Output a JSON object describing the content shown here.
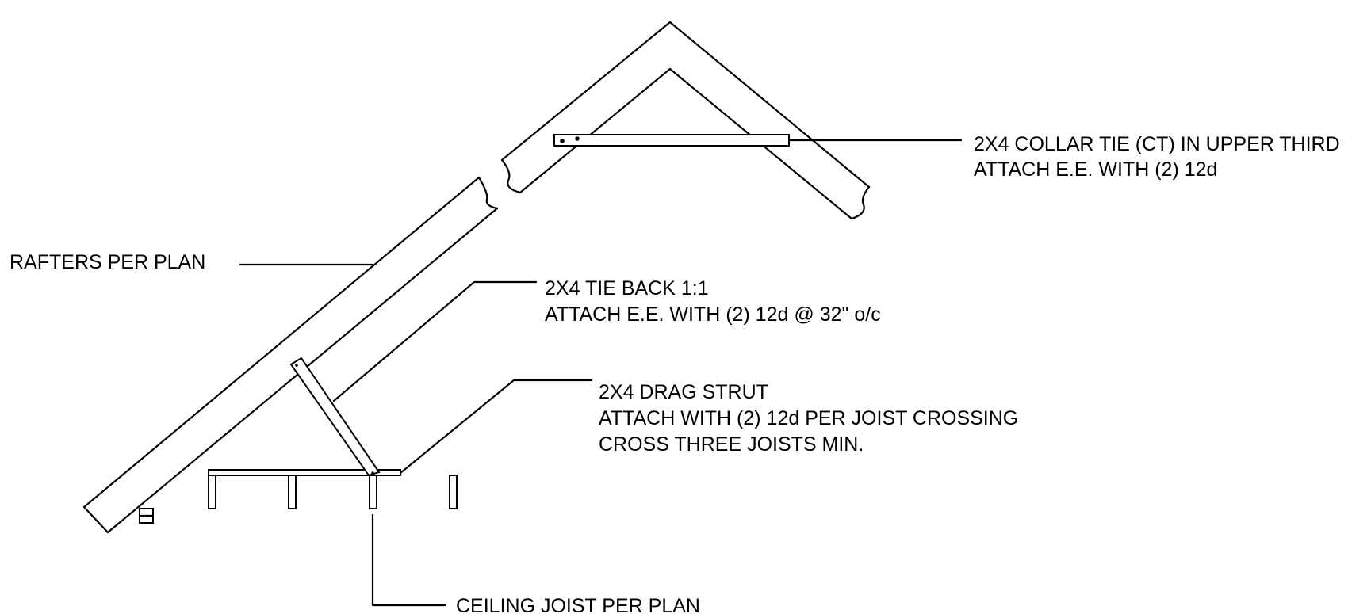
{
  "labels": {
    "rafters": "RAFTERS PER PLAN",
    "tie_back_line1": "2X4 TIE BACK 1:1",
    "tie_back_line2": "ATTACH E.E. WITH (2) 12d @ 32\" o/c",
    "collar_tie_line1": "2X4 COLLAR TIE (CT) IN UPPER THIRD",
    "collar_tie_line2": "ATTACH E.E. WITH (2) 12d",
    "drag_strut_line1": "2X4 DRAG STRUT",
    "drag_strut_line2": "ATTACH WITH (2) 12d PER JOIST CROSSING",
    "drag_strut_line3": "CROSS THREE JOISTS MIN.",
    "ceiling_joist": "CEILING JOIST PER PLAN"
  },
  "colors": {
    "line": "#000000",
    "background": "#ffffff"
  }
}
